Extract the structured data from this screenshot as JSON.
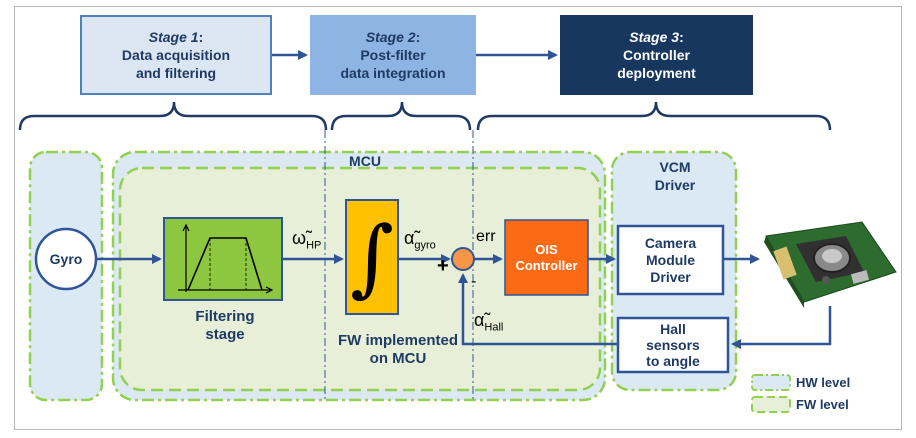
{
  "stages": [
    {
      "title": "Stage 1",
      "suffix": ":",
      "line1": "Data acquisition",
      "line2": "and filtering"
    },
    {
      "title": "Stage 2",
      "suffix": ":",
      "line1": "Post-filter",
      "line2": "data integration"
    },
    {
      "title": "Stage 3",
      "suffix": ":",
      "line1": "Controller",
      "line2": "deployment"
    }
  ],
  "regions": {
    "mcu": "MCU",
    "vcm_line1": "VCM",
    "vcm_line2": "Driver"
  },
  "blocks": {
    "gyro": "Gyro",
    "filtering_line1": "Filtering",
    "filtering_line2": "stage",
    "integrator_symbol": "∫",
    "fw_line1": "FW implemented",
    "fw_line2": "on MCU",
    "ois_line1": "OIS",
    "ois_line2": "Controller",
    "camera_line1": "Camera",
    "camera_line2": "Module",
    "camera_line3": "Driver",
    "hall_line1": "Hall",
    "hall_line2": "sensors",
    "hall_line3": "to angle"
  },
  "signals": {
    "omega": "ω̃",
    "omega_sub": "HP",
    "alpha_gyro": "α̃",
    "alpha_gyro_sub": "gyro",
    "err": "err",
    "plus": "+",
    "minus": "-",
    "alpha_hall": "α̃",
    "alpha_hall_sub": "Hall"
  },
  "legend": {
    "hw": "HW level",
    "fw": "FW level"
  },
  "colors": {
    "arrow": "#2f5597",
    "filter_fill": "#8dc63f",
    "integrator_fill": "#ffc000",
    "ois_fill": "#fb6a15",
    "sum_fill": "#f79646",
    "hw_fill": "#dbe9f4",
    "fw_fill": "#e7efd8",
    "dash_green": "#92d050"
  }
}
